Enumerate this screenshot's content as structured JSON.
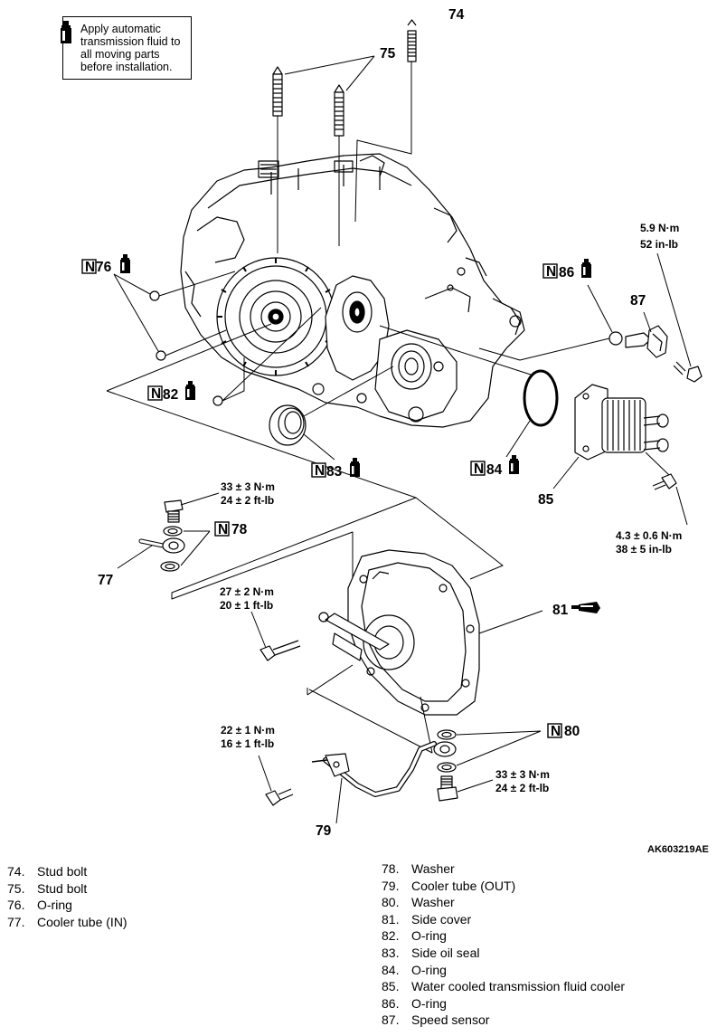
{
  "note": {
    "icon": "fluid-bottle-icon",
    "text": "Apply automatic transmission fluid to all moving parts before installation."
  },
  "callouts": {
    "c74": "74",
    "c75": "75",
    "c76": "76",
    "c77": "77",
    "c78": "78",
    "c79": "79",
    "c80": "80",
    "c81": "81",
    "c82": "82",
    "c83": "83",
    "c84": "84",
    "c85": "85",
    "c86": "86",
    "c87": "87"
  },
  "new_part_mark": "N",
  "torques": {
    "t87a": "5.9 N·m",
    "t87b": "52 in-lb",
    "t77a": "33 ± 3 N·m",
    "t77b": "24 ± 2 ft-lb",
    "t85a": "4.3 ± 0.6 N·m",
    "t85b": "38 ± 5 in-lb",
    "t81a": "27 ± 2 N·m",
    "t81b": "20 ± 1 ft-lb",
    "t79a": "22 ± 1 N·m",
    "t79b": "16 ± 1 ft-lb",
    "t80a": "33 ± 3 N·m",
    "t80b": "24 ± 2 ft-lb"
  },
  "figure_id": "AK603219AE",
  "legend_left": [
    {
      "num": "74.",
      "name": "Stud bolt"
    },
    {
      "num": "75.",
      "name": "Stud bolt"
    },
    {
      "num": "76.",
      "name": "O-ring"
    },
    {
      "num": "77.",
      "name": "Cooler tube (IN)"
    }
  ],
  "legend_right": [
    {
      "num": "78.",
      "name": "Washer"
    },
    {
      "num": "79.",
      "name": "Cooler tube (OUT)"
    },
    {
      "num": "80.",
      "name": "Washer"
    },
    {
      "num": "81.",
      "name": "Side cover"
    },
    {
      "num": "82.",
      "name": "O-ring"
    },
    {
      "num": "83.",
      "name": "Side oil seal"
    },
    {
      "num": "84.",
      "name": "O-ring"
    },
    {
      "num": "85.",
      "name": "Water cooled transmission fluid cooler"
    },
    {
      "num": "86.",
      "name": "O-ring"
    },
    {
      "num": "87.",
      "name": "Speed sensor"
    }
  ]
}
